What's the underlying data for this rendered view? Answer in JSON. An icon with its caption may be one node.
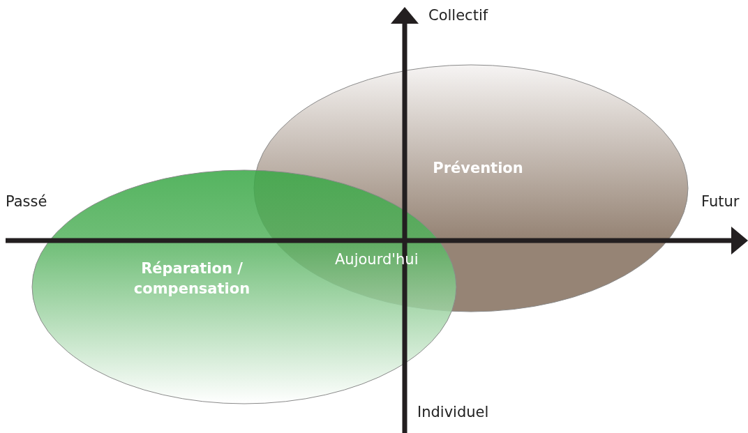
{
  "diagram": {
    "nodes": [
      {
        "text": [
          "Prévention"
        ]
      },
      {
        "text": [
          "Réparation / compensation"
        ]
      }
    ],
    "labels": [
      "Collectif",
      "Passé",
      "Futur",
      "Aujourd'hui",
      "Individuel"
    ]
  }
}
